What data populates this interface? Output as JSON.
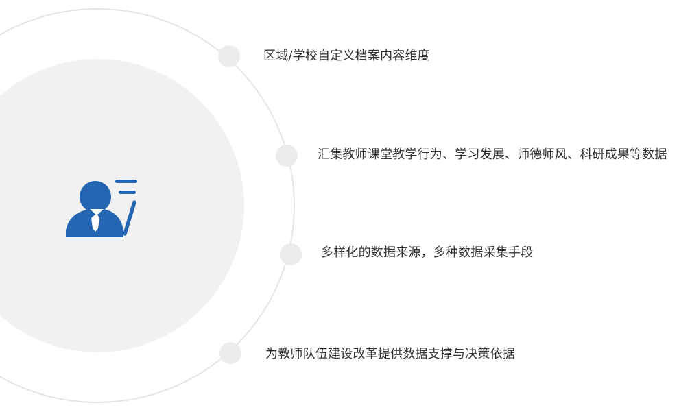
{
  "features": [
    {
      "label": "区域/学校自定义档案内容维度"
    },
    {
      "label": "汇集教师课堂教学行为、学习发展、师德师风、科研成果等数据"
    },
    {
      "label": "多样化的数据来源，多种数据采集手段"
    },
    {
      "label": "为教师队伍建设改革提供数据支撑与决策依据"
    }
  ],
  "colors": {
    "accent": "#2365b0",
    "inner_circle": "#f1f1f1",
    "orbit_ring": "#e5e5e5",
    "node_dot": "#ececec",
    "text": "#333333"
  },
  "icons": {
    "center": "teacher-profile-icon"
  }
}
